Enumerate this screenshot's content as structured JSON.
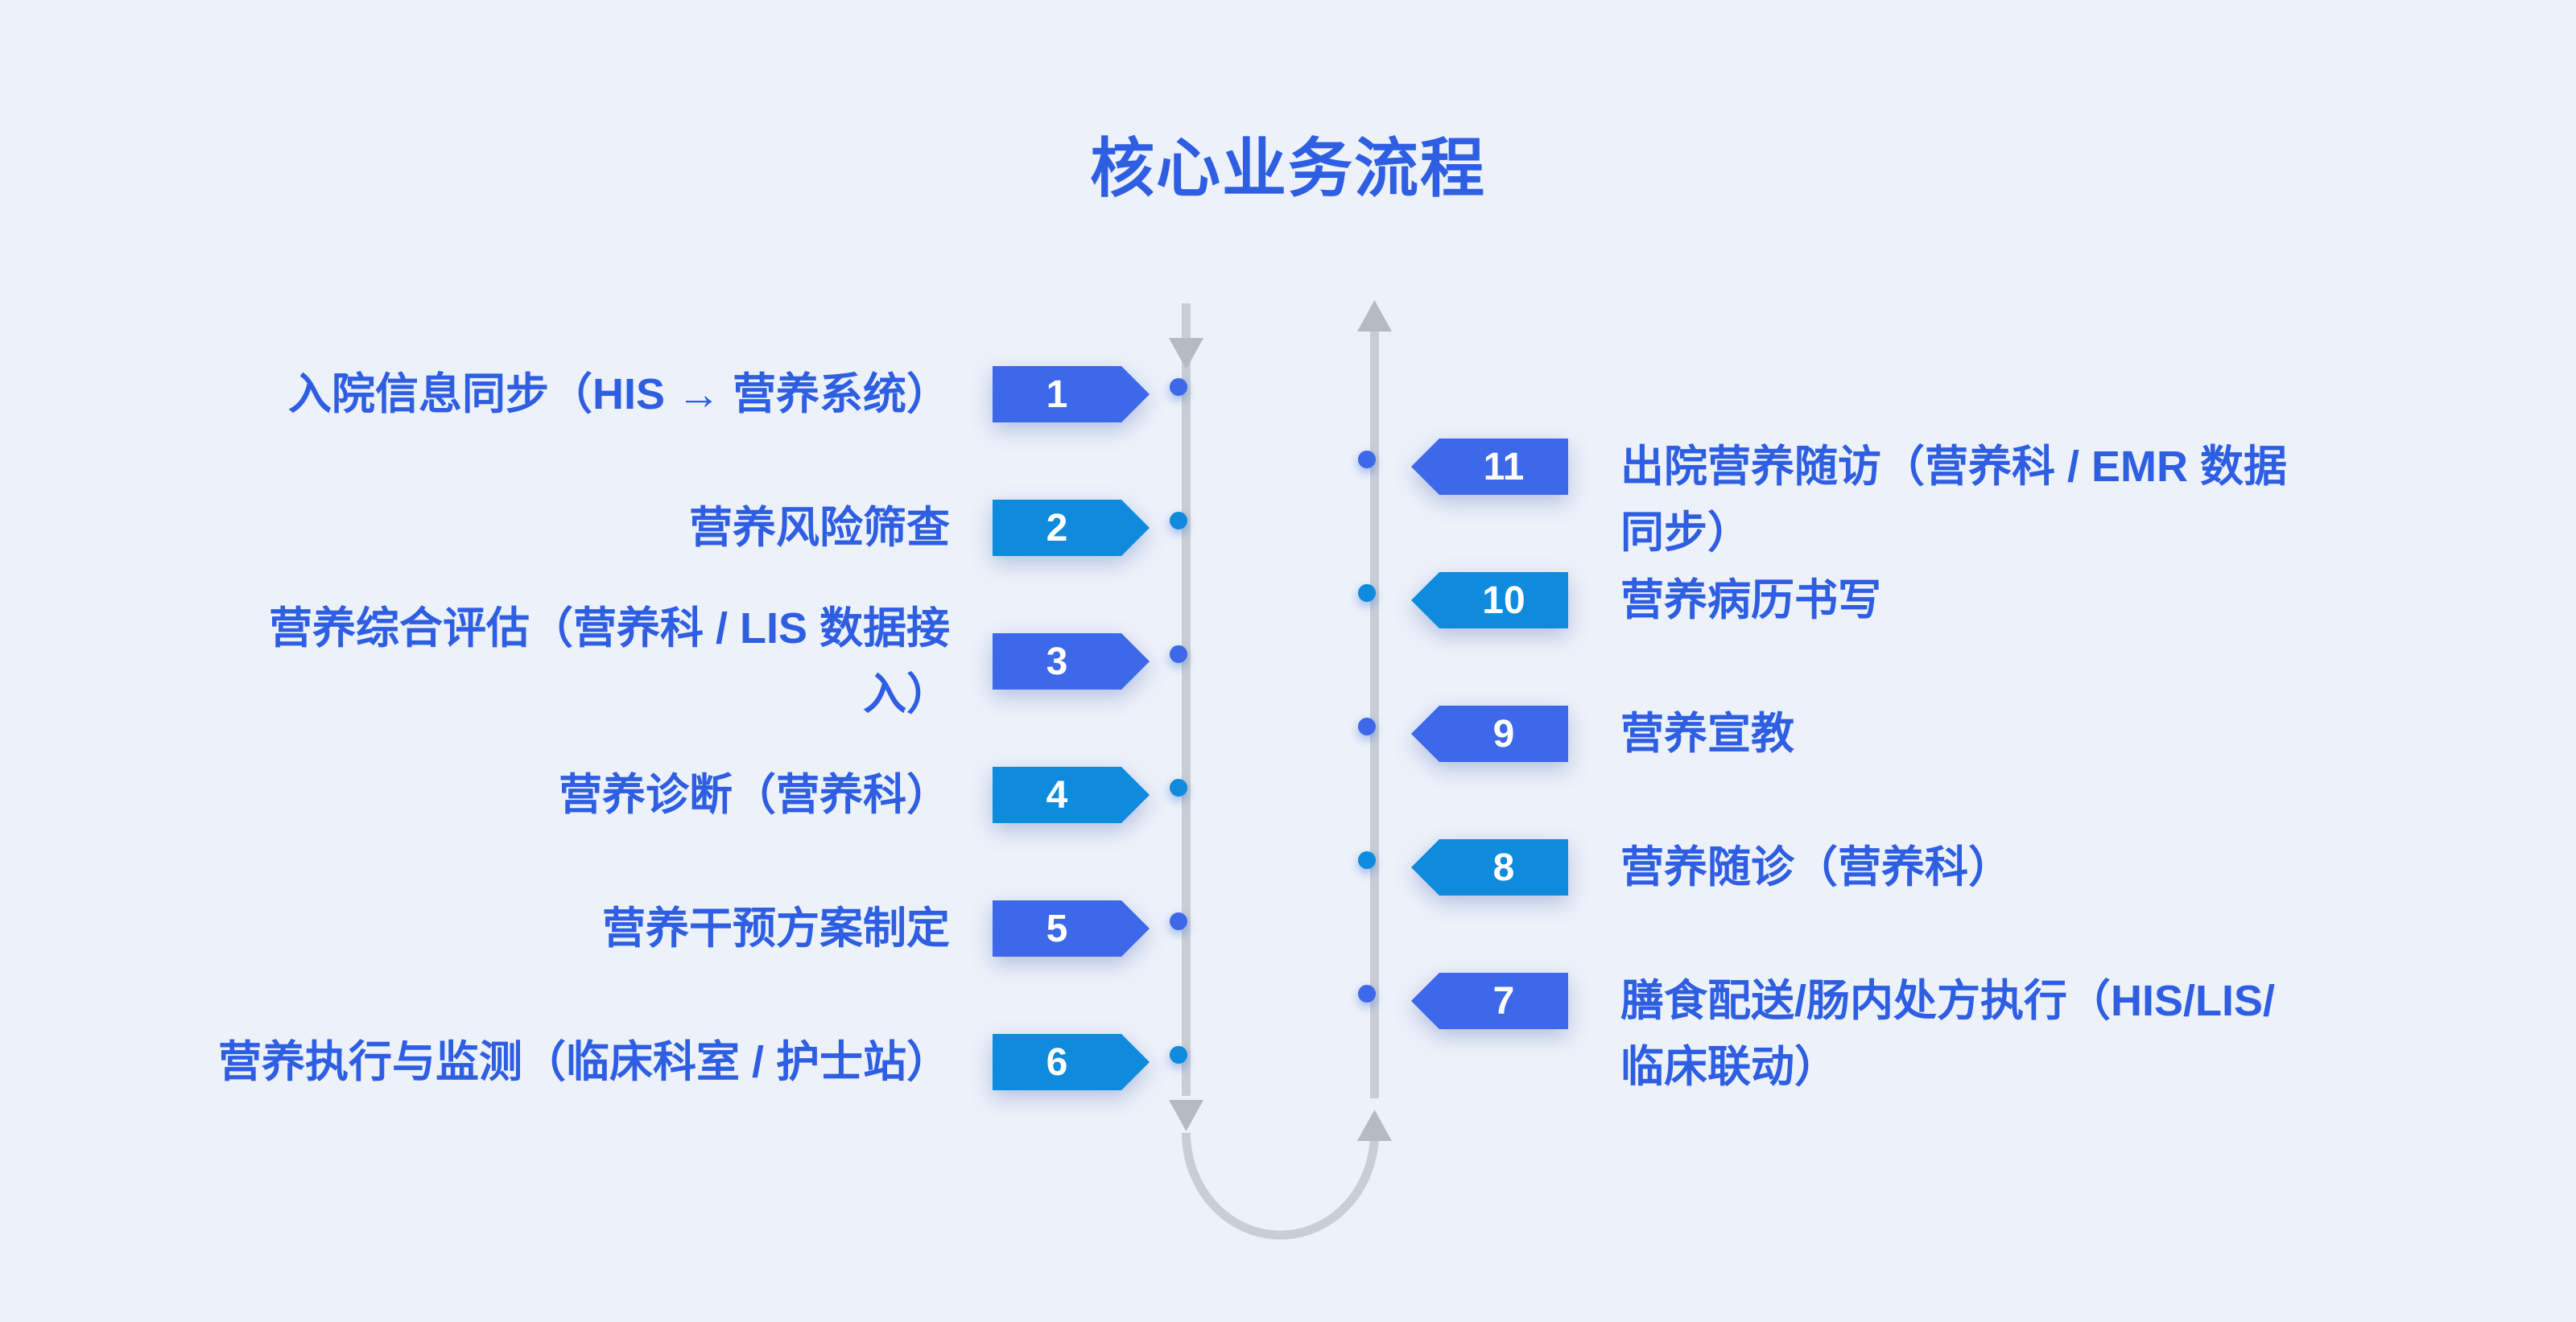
{
  "title": "核心业务流程",
  "colors": {
    "royal_blue": "#3c68e9",
    "azure_blue": "#0e8bdc",
    "label_text": "#2e5ee2",
    "timeline_gray": "#c9cdd5",
    "arrow_gray": "#b6bac3",
    "background": "#edf1f9",
    "badge_number_text": "#ffffff"
  },
  "left_column": {
    "flow_direction": "down",
    "steps": [
      {
        "num": "1",
        "label": "入院信息同步（HIS → 营养系统）"
      },
      {
        "num": "2",
        "label": "营养风险筛查"
      },
      {
        "num": "3",
        "label": "营养综合评估（营养科 / LIS 数据接\n入）"
      },
      {
        "num": "4",
        "label": "营养诊断（营养科）"
      },
      {
        "num": "5",
        "label": "营养干预方案制定"
      },
      {
        "num": "6",
        "label": "营养执行与监测（临床科室 / 护士站）"
      }
    ]
  },
  "right_column": {
    "flow_direction": "up",
    "steps": [
      {
        "num": "11",
        "label": "出院营养随访（营养科 / EMR 数据\n同步）"
      },
      {
        "num": "10",
        "label": "营养病历书写"
      },
      {
        "num": "9",
        "label": "营养宣教"
      },
      {
        "num": "8",
        "label": "营养随诊（营养科）"
      },
      {
        "num": "7",
        "label": "膳食配送/肠内处方执行（HIS/LIS/\n临床联动）"
      }
    ]
  }
}
